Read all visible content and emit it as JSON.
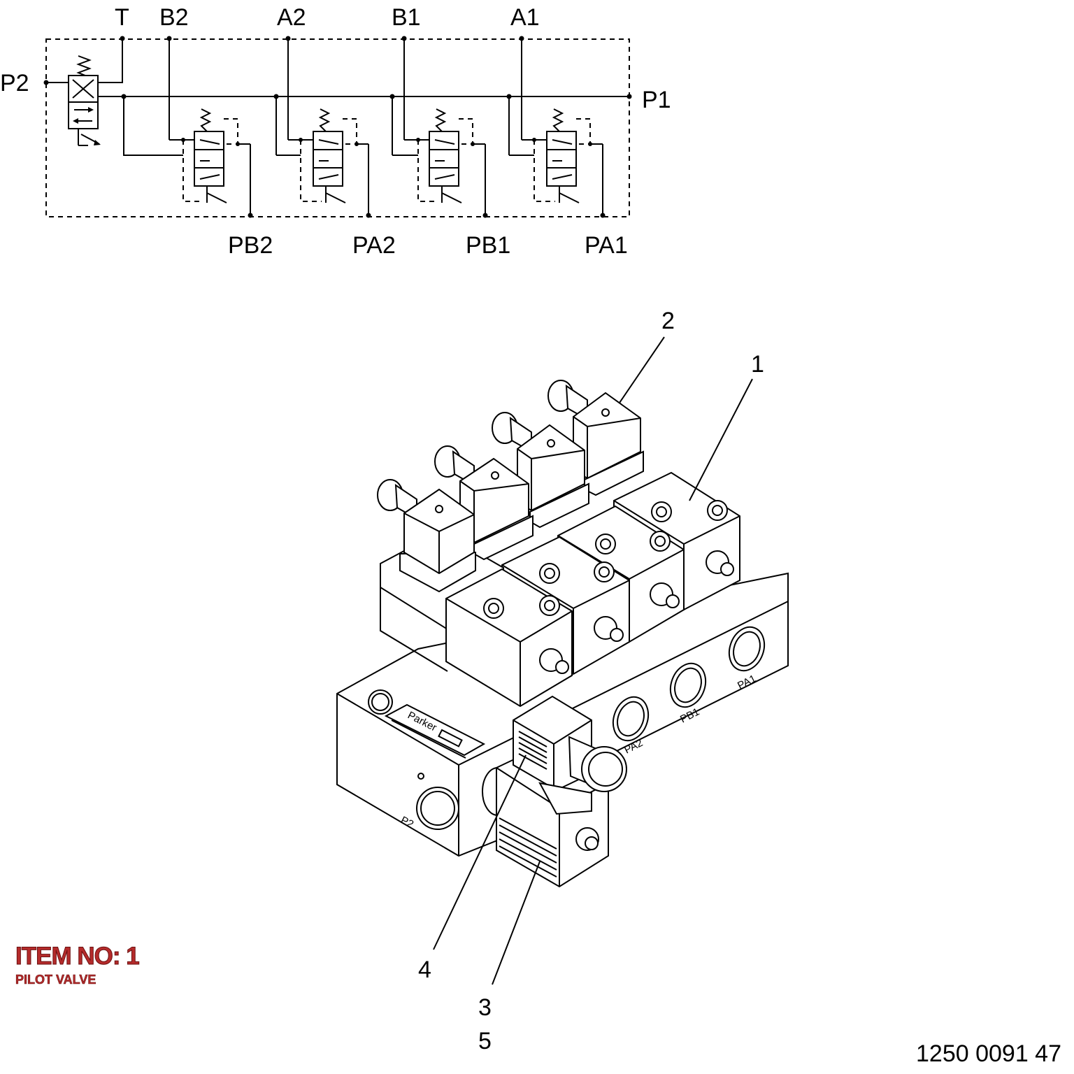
{
  "schematic": {
    "ports_top": [
      "T",
      "B2",
      "A2",
      "B1",
      "A1"
    ],
    "port_left": "P2",
    "port_right": "P1",
    "ports_bottom": [
      "PB2",
      "PA2",
      "PB1",
      "PA1"
    ]
  },
  "callouts": [
    "2",
    "1",
    "4",
    "3",
    "5"
  ],
  "block_markings": {
    "brand": "Parker",
    "port_p2": "P2",
    "port_pa2": "PA2",
    "port_pb1": "PB1",
    "port_pa1": "PA1"
  },
  "item": {
    "title": "ITEM NO: 1",
    "subtitle": "PILOT VALVE"
  },
  "drawing_number": "1250 0091 47",
  "colors": {
    "item_label": "#b52b2b",
    "line": "#000000",
    "background": "#ffffff"
  }
}
